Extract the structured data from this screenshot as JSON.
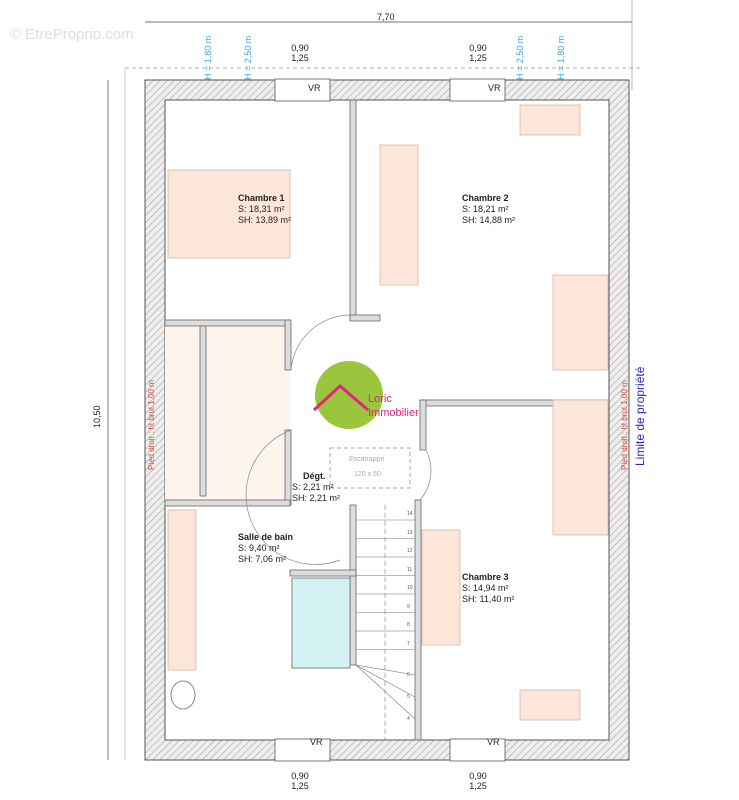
{
  "watermark": "© EtreProprio.com",
  "dimensions": {
    "width": "7,70",
    "height": "10,50"
  },
  "windows": [
    {
      "label": "VR",
      "dim_top": "0,90",
      "dim_bottom": "1,25"
    },
    {
      "label": "VR",
      "dim_top": "0,90",
      "dim_bottom": "1,25"
    },
    {
      "label": "VR",
      "dim_top": "0,90",
      "dim_bottom": "1,25"
    },
    {
      "label": "VR",
      "dim_top": "0,90",
      "dim_bottom": "1,25"
    }
  ],
  "height_marks": [
    "H = 1,80 m",
    "H = 2,50 m",
    "H = 2,50 m",
    "H = 1,80 m"
  ],
  "rooms": [
    {
      "name": "Chambre 1",
      "s": "S:  18,31 m²",
      "sh": "SH: 13,89 m²"
    },
    {
      "name": "Chambre 2",
      "s": "S:  18,21 m²",
      "sh": "SH: 14,88 m²"
    },
    {
      "name": "Dégt.",
      "s": "S:  2,21 m²",
      "sh": "SH: 2,21 m²"
    },
    {
      "name": "Salle de bain",
      "s": "S:   9,40 m²",
      "sh": "SH:  7,06 m²"
    },
    {
      "name": "Chambre 3",
      "s": "S:  14,94 m²",
      "sh": "SH: 11,40 m²"
    }
  ],
  "escatrappe": {
    "label": "Escatrappe",
    "size": "120 x 60"
  },
  "stair_steps": [
    "14",
    "13",
    "12",
    "11",
    "10",
    "9",
    "8",
    "7",
    "6",
    "5",
    "4"
  ],
  "pied_droit": "Pied droit : ht brut 1,00 m",
  "limite": "Limite de propriété",
  "logo": {
    "line1": "Loric",
    "line2": "Immobilier",
    "circle_color": "#9bc53d",
    "text_color": "#e0267a"
  }
}
